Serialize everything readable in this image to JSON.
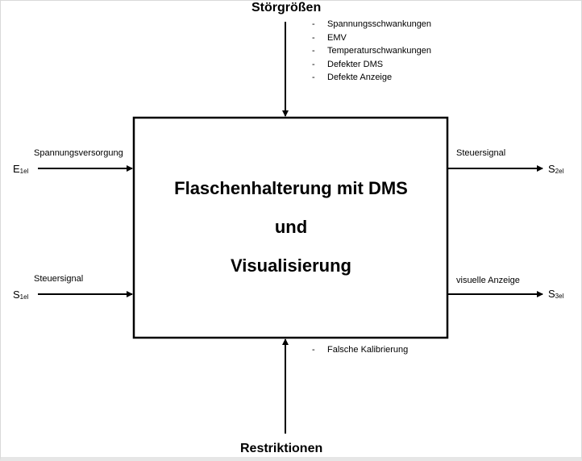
{
  "diagram": {
    "top": {
      "title": "Störgrößen",
      "items": [
        "Spannungsschwankungen",
        "EMV",
        "Temperaturschwankungen",
        "Defekter DMS",
        "Defekte Anzeige"
      ]
    },
    "bottom": {
      "title": "Restriktionen",
      "items": [
        "Falsche Kalibrierung"
      ]
    },
    "center": {
      "line1": "Flaschenhalterung mit DMS",
      "line2": "und",
      "line3": "Visualisierung"
    },
    "inputs": [
      {
        "label": "Spannungsversorgung",
        "symbol": "E",
        "subscript": "1el"
      },
      {
        "label": "Steuersignal",
        "symbol": "S",
        "subscript": "1el"
      }
    ],
    "outputs": [
      {
        "label": "Steuersignal",
        "symbol": "S",
        "subscript": "2el"
      },
      {
        "label": "visuelle Anzeige",
        "symbol": "S",
        "subscript": "3el"
      }
    ],
    "dash": "-"
  }
}
